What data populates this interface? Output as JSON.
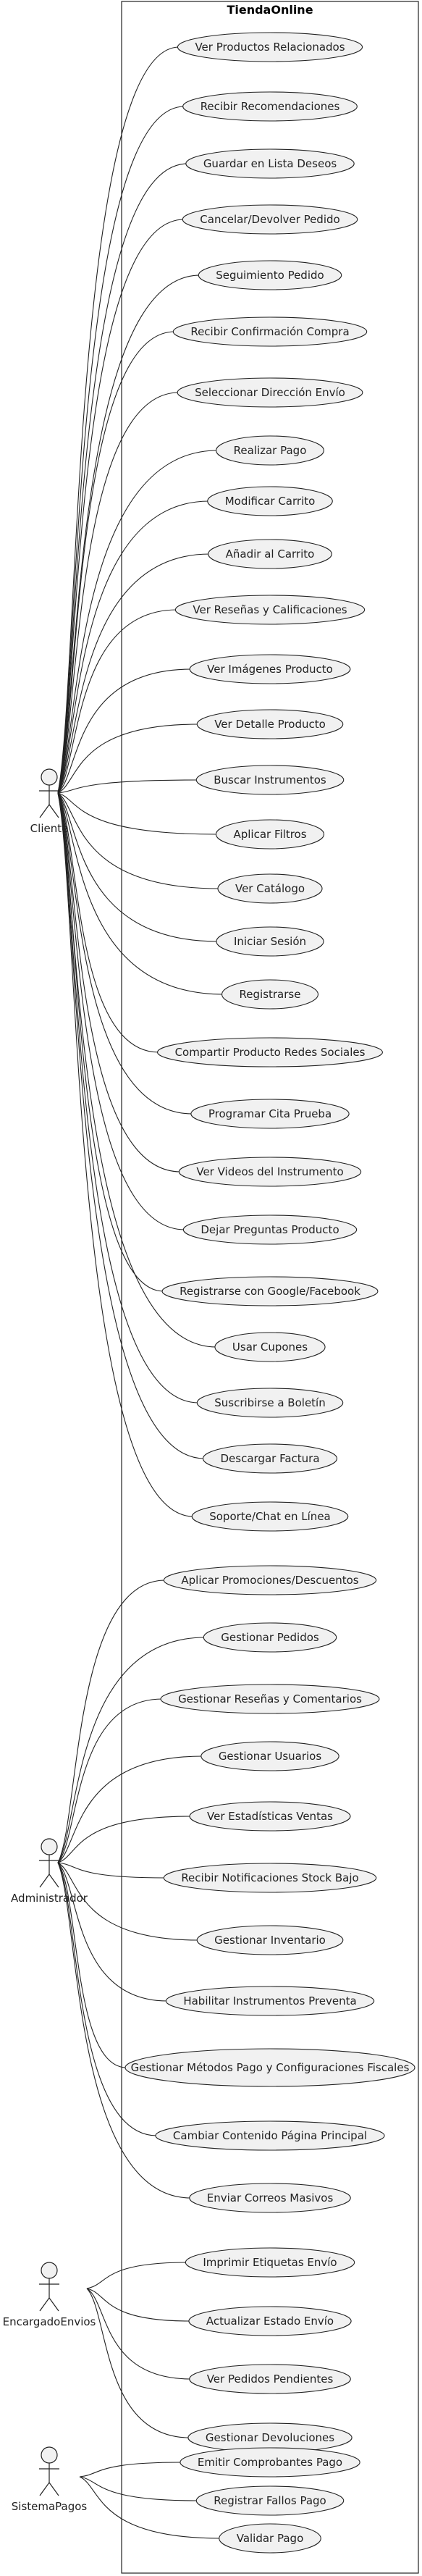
{
  "system": {
    "title": "TiendaOnline"
  },
  "actors": [
    {
      "id": "cliente",
      "label": "Cliente"
    },
    {
      "id": "admin",
      "label": "Administrador"
    },
    {
      "id": "envios",
      "label": "EncargadoEnvios"
    },
    {
      "id": "pagos",
      "label": "SistemaPagos"
    }
  ],
  "use_cases": [
    {
      "label": "Ver Productos Relacionados",
      "actor": "cliente"
    },
    {
      "label": "Recibir Recomendaciones",
      "actor": "cliente"
    },
    {
      "label": "Guardar en Lista Deseos",
      "actor": "cliente"
    },
    {
      "label": "Cancelar/Devolver Pedido",
      "actor": "cliente"
    },
    {
      "label": "Seguimiento Pedido",
      "actor": "cliente"
    },
    {
      "label": "Recibir Confirmación Compra",
      "actor": "cliente"
    },
    {
      "label": "Seleccionar Dirección Envío",
      "actor": "cliente"
    },
    {
      "label": "Realizar Pago",
      "actor": "cliente"
    },
    {
      "label": "Modificar Carrito",
      "actor": "cliente"
    },
    {
      "label": "Añadir al Carrito",
      "actor": "cliente"
    },
    {
      "label": "Ver Reseñas y Calificaciones",
      "actor": "cliente"
    },
    {
      "label": "Ver Imágenes Producto",
      "actor": "cliente"
    },
    {
      "label": "Ver Detalle Producto",
      "actor": "cliente"
    },
    {
      "label": "Buscar Instrumentos",
      "actor": "cliente"
    },
    {
      "label": "Aplicar Filtros",
      "actor": "cliente"
    },
    {
      "label": "Ver Catálogo",
      "actor": "cliente"
    },
    {
      "label": "Iniciar Sesión",
      "actor": "cliente"
    },
    {
      "label": "Registrarse",
      "actor": "cliente"
    },
    {
      "label": "Compartir Producto Redes Sociales",
      "actor": "cliente"
    },
    {
      "label": "Programar Cita Prueba",
      "actor": "cliente"
    },
    {
      "label": "Ver Videos del Instrumento",
      "actor": "cliente"
    },
    {
      "label": "Dejar Preguntas Producto",
      "actor": "cliente"
    },
    {
      "label": "Registrarse con Google/Facebook",
      "actor": "cliente"
    },
    {
      "label": "Usar Cupones",
      "actor": "cliente"
    },
    {
      "label": "Suscribirse a Boletín",
      "actor": "cliente"
    },
    {
      "label": "Descargar Factura",
      "actor": "cliente"
    },
    {
      "label": "Soporte/Chat en Línea",
      "actor": "cliente"
    },
    {
      "label": "Aplicar Promociones/Descuentos",
      "actor": "admin"
    },
    {
      "label": "Gestionar Pedidos",
      "actor": "admin"
    },
    {
      "label": "Gestionar Reseñas y Comentarios",
      "actor": "admin"
    },
    {
      "label": "Gestionar Usuarios",
      "actor": "admin"
    },
    {
      "label": "Ver Estadísticas Ventas",
      "actor": "admin"
    },
    {
      "label": "Recibir Notificaciones Stock Bajo",
      "actor": "admin"
    },
    {
      "label": "Gestionar Inventario",
      "actor": "admin"
    },
    {
      "label": "Habilitar Instrumentos Preventa",
      "actor": "admin"
    },
    {
      "label": "Gestionar Métodos Pago y Configuraciones Fiscales",
      "actor": "admin"
    },
    {
      "label": "Cambiar Contenido Página Principal",
      "actor": "admin"
    },
    {
      "label": "Enviar Correos Masivos",
      "actor": "admin"
    },
    {
      "label": "Imprimir Etiquetas Envío",
      "actor": "envios"
    },
    {
      "label": "Actualizar Estado Envío",
      "actor": "envios"
    },
    {
      "label": "Ver Pedidos Pendientes",
      "actor": "envios"
    },
    {
      "label": "Gestionar Devoluciones",
      "actor": "envios"
    },
    {
      "label": "Emitir Comprobantes Pago",
      "actor": "pagos"
    },
    {
      "label": "Registrar Fallos Pago",
      "actor": "pagos"
    },
    {
      "label": "Validar Pago",
      "actor": "pagos"
    }
  ]
}
